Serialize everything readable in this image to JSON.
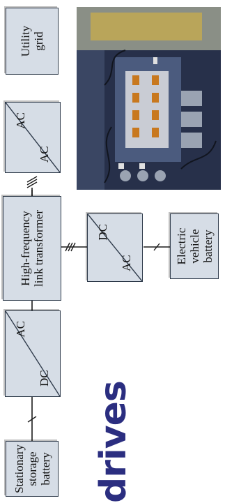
{
  "slide": {
    "title_fragment": "drives"
  },
  "diagram": {
    "blocks": {
      "stationary_storage": "Stationary\nstorage\nbattery",
      "dc_ac_left": {
        "in": "DC",
        "out": "AC"
      },
      "hf_transformer": "High-frequency\nlink transformer",
      "ac_ac": {
        "in": "AC",
        "out": "AC"
      },
      "utility_grid": "Utility\ngrid",
      "ac_dc": {
        "in": "AC",
        "out": "DC"
      },
      "ev_battery": "Electric\nvehicle\nbattery"
    }
  },
  "colors": {
    "block_fill": "#d6dde6",
    "block_border": "#2e3a4a",
    "title": "#2b2e80"
  },
  "photo": {
    "subject": "power-electronics-hardware-photo"
  }
}
